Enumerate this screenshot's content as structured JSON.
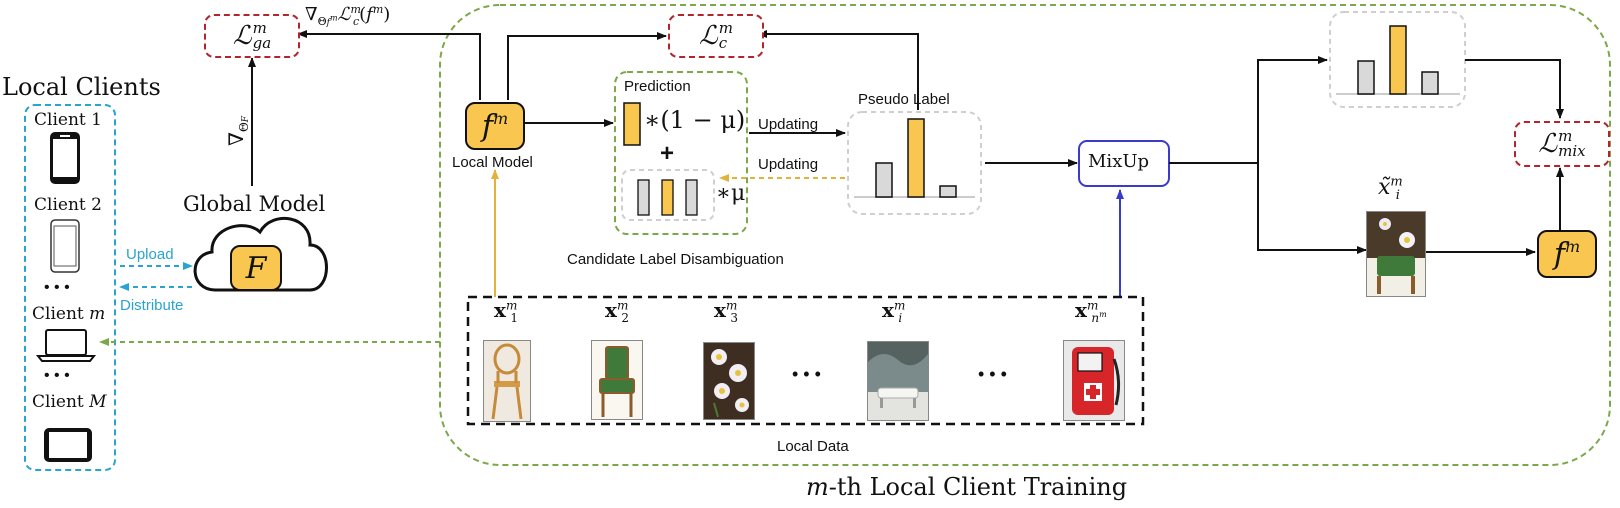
{
  "local_clients": {
    "title": "Local Clients",
    "clients": [
      {
        "label": "Client 1",
        "device": "phone-icon"
      },
      {
        "label": "Client 2",
        "device": "phone-outline-icon"
      },
      {
        "label": "Client m",
        "device": "laptop-icon"
      },
      {
        "label": "Client M",
        "device": "tablet-icon"
      }
    ],
    "ellipsis": "• • •"
  },
  "global_model": {
    "label": "Global Model",
    "symbol": "F",
    "gradient_label": "∇ΘF"
  },
  "arrows": {
    "upload": "Upload",
    "distribute": "Distribute",
    "updating_1": "Updating",
    "updating_2": "Updating"
  },
  "losses": {
    "ga": {
      "base": "ℒ",
      "sup": "m",
      "sub": "ga"
    },
    "c": {
      "base": "ℒ",
      "sup": "m",
      "sub": "c"
    },
    "mix": {
      "base": "ℒ",
      "sup": "m",
      "sub": "mix"
    }
  },
  "grad_label": {
    "prefix": "∇",
    "sub": "Θ",
    "subsub": "f",
    "subsup": "m",
    "mid": "ℒ",
    "midsup": "m",
    "midsub": "c",
    "arg": "(f",
    "argsup": "m",
    "close": ")"
  },
  "local_model": {
    "label": "Local Model",
    "symbol": "f",
    "sup": "m"
  },
  "prediction": {
    "title": "Prediction",
    "factor": "∗(1 − μ)",
    "plus": "+",
    "factor2": "∗μ",
    "caption": "Candidate Label Disambiguation"
  },
  "pseudo_label": {
    "title": "Pseudo Label"
  },
  "mixup": {
    "label": "MixUp"
  },
  "mixed_sample": {
    "symbol": "x̃",
    "sup": "m",
    "sub": "i"
  },
  "local_data": {
    "caption": "Local Data",
    "items": [
      {
        "base": "x",
        "sup": "m",
        "sub": "1",
        "image": "bentwood-chair"
      },
      {
        "base": "x",
        "sup": "m",
        "sub": "2",
        "image": "green-chair"
      },
      {
        "base": "x",
        "sup": "m",
        "sub": "3",
        "image": "daisy-flowers"
      },
      {
        "base": "x",
        "sup": "m",
        "sub": "i",
        "image": "snowy-bench"
      },
      {
        "base": "x",
        "sup": "m",
        "sub": "n",
        "subsup": "m",
        "image": "red-first-aid-bag"
      }
    ],
    "ellipsis": "• • •"
  },
  "footer": {
    "symbol": "m",
    "text": "-th Local Client Training"
  },
  "colors": {
    "yellow": "#f9c74f",
    "loss_red": "#b2242e",
    "cyan": "#29a3cf",
    "green_dash": "#7ca84a",
    "blue": "#3a3acc",
    "gold_arrow": "#e3b23c",
    "grey_bar": "#d9d9d9"
  }
}
